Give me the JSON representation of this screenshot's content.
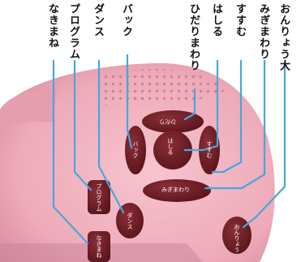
{
  "callouts": {
    "large_voice": "おんりょう大",
    "turn_right": "みぎまわり",
    "forward": "すすむ",
    "run": "はしる",
    "turn_left": "ひだりまわり",
    "back": "バック",
    "dance": "ダンス",
    "program": "プログラム",
    "cry": "なきまね"
  },
  "buttons": {
    "left_label": "ひだり",
    "run_label": "はしる",
    "forward_label": "すすむ",
    "back_label": "バック",
    "turn_right_label": "みぎまわり",
    "volume_label": "おんりょう",
    "program_label": "プログラム",
    "dance_label": "ダンス",
    "cry_label": "なきまね"
  },
  "colors": {
    "body_pink": "#eeaab8",
    "button_maroon": "#6e1f26",
    "leader_line": "#49a6dc"
  }
}
